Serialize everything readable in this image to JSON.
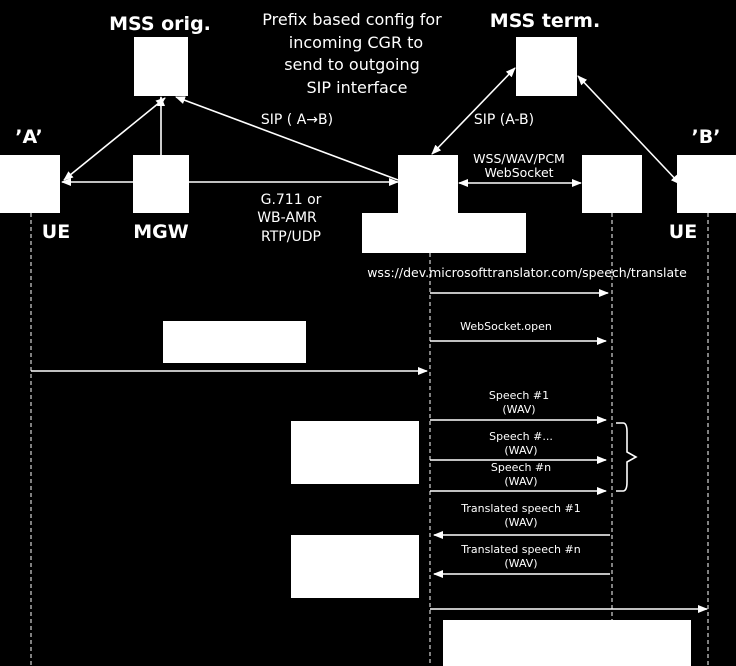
{
  "nodes": {
    "mss_orig": "MSS orig.",
    "mss_term": "MSS term.",
    "a_label": "’A’",
    "b_label": "’B’",
    "ue_left": "UE",
    "mgw": "MGW",
    "ue_right": "UE"
  },
  "notes": {
    "prefix_config": [
      "Prefix based config for",
      "incoming CGR to",
      "send to outgoing",
      "SIP interface"
    ],
    "sip_ab_left": "SIP ( A→B)",
    "sip_ab_right": "SIP (A-B)",
    "wss_wav_pcm": [
      "WSS/WAV/PCM",
      "WebSocket"
    ],
    "codec": [
      "G.711 or",
      "WB-AMR",
      "RTP/UDP"
    ]
  },
  "messages": {
    "wss_url": "wss://dev.microsofttranslator.com/speech/translate",
    "ws_open": "WebSocket.open",
    "speech_1": [
      "Speech #1",
      "(WAV)"
    ],
    "speech_dots": [
      "Speech #...",
      "(WAV)"
    ],
    "speech_n": [
      "Speech #n",
      "(WAV)"
    ],
    "translated_1": [
      "Translated speech #1",
      "(WAV)"
    ],
    "translated_n": [
      "Translated speech #n",
      "(WAV)"
    ]
  },
  "colors": {
    "background": "#000000",
    "foreground": "#ffffff"
  }
}
